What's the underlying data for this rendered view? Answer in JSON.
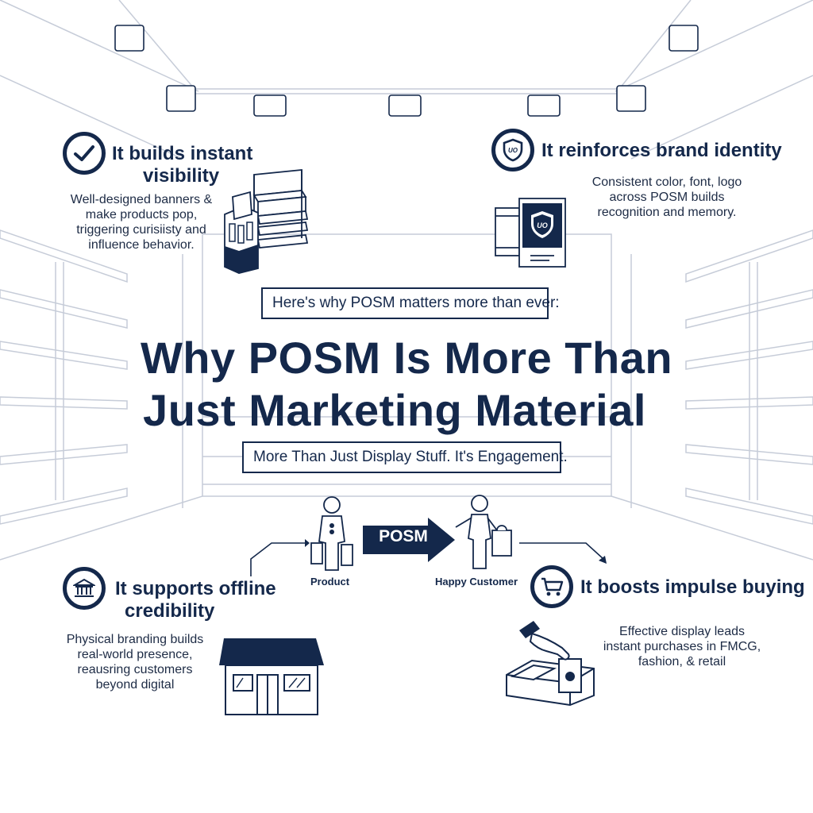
{
  "header": {
    "intro": "Here's why POSM matters more than ever:",
    "title_line1": "Why POSM Is More Than",
    "title_line2": "Just Marketing Material",
    "subtitle": "More Than Just Display Stuff. It's Engagement."
  },
  "points": {
    "visibility": {
      "heading_line1": "It builds instant",
      "heading_line2": "visibility",
      "body": [
        "Well-designed banners &",
        "make products pop,",
        "triggering curisiisty and",
        "influence behavior."
      ]
    },
    "brand": {
      "heading": "It reinforces brand identity",
      "body": [
        "Consistent color, font, logo",
        "across POSM builds",
        "recognition and memory."
      ]
    },
    "credibility": {
      "heading_line1": "It supports offline",
      "heading_line2": "credibility",
      "body": [
        "Physical branding builds",
        "real-world presence,",
        "reausring customers",
        "beyond digital"
      ]
    },
    "impulse": {
      "heading": "It boosts impulse buying",
      "body": [
        "Effective display leads",
        "instant purchases in FMCG,",
        "fashion, & retail"
      ]
    }
  },
  "flow": {
    "left_label": "Product",
    "arrow_label": "POSM",
    "right_label": "Happy Customer"
  },
  "shield_logo_text": "UO",
  "icons": [
    "check-icon",
    "shield-icon",
    "bank-icon",
    "cart-icon",
    "store-icon",
    "shelf-display-icon",
    "brand-card-icon",
    "shopper-icon",
    "happy-customer-icon",
    "checkout-hand-icon"
  ],
  "colors": {
    "navy": "#14284b",
    "line": "#c9cfdb",
    "background": "#ffffff"
  }
}
